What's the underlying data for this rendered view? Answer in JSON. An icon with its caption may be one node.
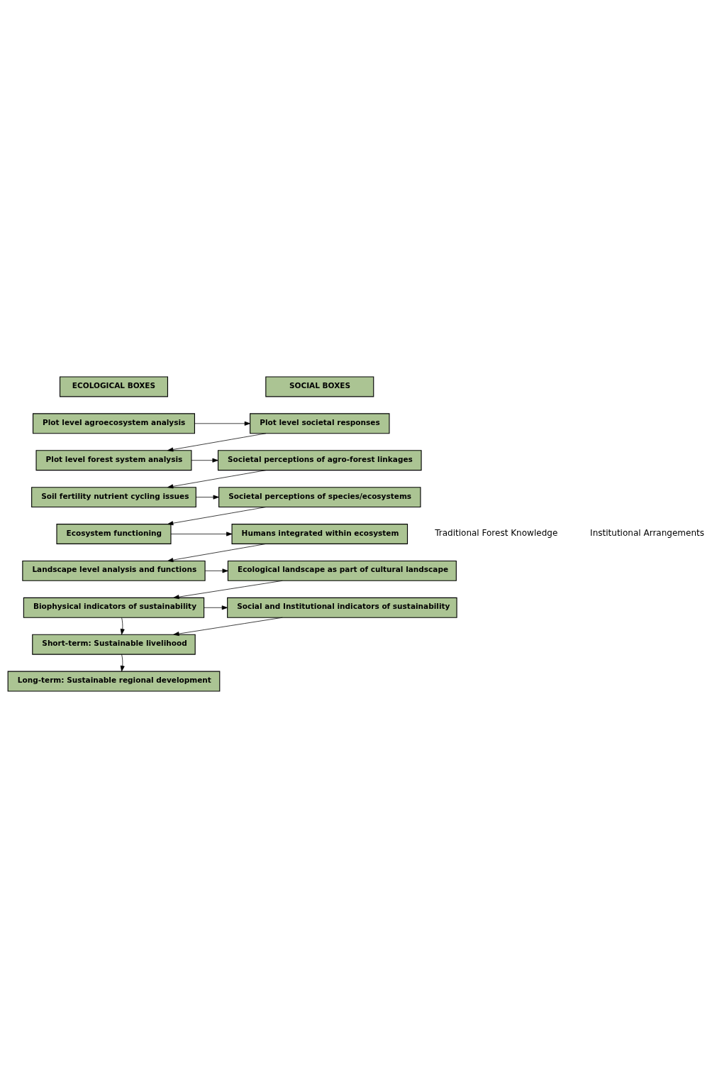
{
  "diagram": {
    "nodes": [
      {
        "text": [
          "ECOLOGICAL BOXES"
        ]
      },
      {
        "text": [
          "SOCIAL BOXES"
        ]
      },
      {
        "text": [
          "Plot level agroecosystem analysis"
        ]
      },
      {
        "text": [
          "Plot level societal responses"
        ]
      },
      {
        "text": [
          "Plot level forest system analysis"
        ]
      },
      {
        "text": [
          "Societal perceptions of agro-forest linkages"
        ]
      },
      {
        "text": [
          "Soil fertility nutrient cycling issues"
        ]
      },
      {
        "text": [
          "Societal perceptions of species/ecosystems"
        ]
      },
      {
        "text": [
          "Ecosystem functioning"
        ]
      },
      {
        "text": [
          "Humans integrated within ecosystem"
        ]
      },
      {
        "text": [
          "Landscape level analysis and functions"
        ]
      },
      {
        "text": [
          "Ecological landscape as part of cultural landscape"
        ]
      },
      {
        "text": [
          "Biophysical indicators of sustainability"
        ]
      },
      {
        "text": [
          "Social and Institutional indicators of sustainability"
        ]
      },
      {
        "text": [
          "Short-term: Sustainable livelihood"
        ]
      },
      {
        "text": [
          "Long-term: Sustainable regional development"
        ]
      }
    ],
    "edges": [
      {
        "from": 2,
        "to": 3,
        "arrow": "to"
      },
      {
        "from": 3,
        "to": 4,
        "arrow": "to"
      },
      {
        "from": 4,
        "to": 5,
        "arrow": "to"
      },
      {
        "from": 5,
        "to": 6,
        "arrow": "to"
      },
      {
        "from": 6,
        "to": 7,
        "arrow": "to"
      },
      {
        "from": 7,
        "to": 8,
        "arrow": "to"
      },
      {
        "from": 8,
        "to": 9,
        "arrow": "to"
      },
      {
        "from": 9,
        "to": 10,
        "arrow": "to"
      },
      {
        "from": 10,
        "to": 11,
        "arrow": "to"
      },
      {
        "from": 11,
        "to": 12,
        "arrow": "to"
      },
      {
        "from": 12,
        "to": 13,
        "arrow": "to"
      },
      {
        "from": 12,
        "to": 14,
        "arrow": "to"
      },
      {
        "from": 13,
        "to": 14,
        "arrow": "to"
      },
      {
        "from": 14,
        "to": 15,
        "arrow": "to"
      }
    ],
    "labels": [
      "Traditional Forest Knowledge",
      "Institutional Arrangements"
    ]
  }
}
